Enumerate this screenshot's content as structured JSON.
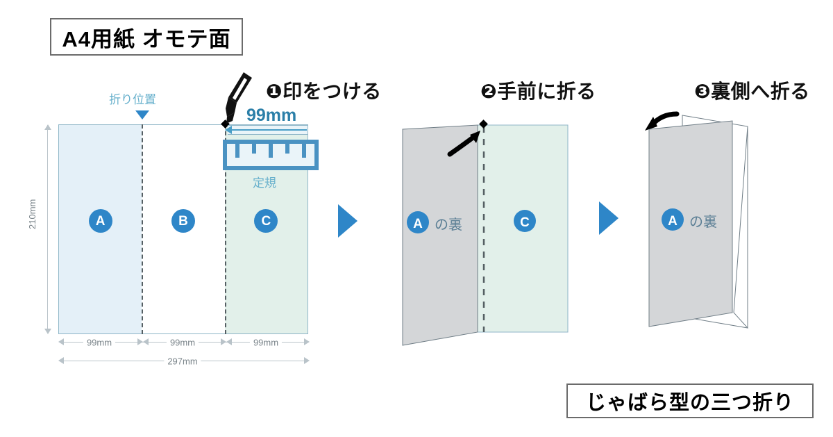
{
  "title": {
    "text": "A4用紙 オモテ面"
  },
  "footer": {
    "text": "じゃばら型の三つ折り"
  },
  "steps": [
    {
      "number": "❶",
      "label": "❶印をつける"
    },
    {
      "number": "❷",
      "label": "❷手前に折る"
    },
    {
      "number": "❸",
      "label": "❸裏側へ折る"
    }
  ],
  "sheet": {
    "fold_position_label": "折り位置",
    "measure_label": "99mm",
    "ruler_caption": "定規",
    "panels": [
      {
        "id": "A",
        "badge": "A",
        "color": "#e4f0f8"
      },
      {
        "id": "B",
        "badge": "B",
        "color": "#ffffff"
      },
      {
        "id": "C",
        "badge": "C",
        "color": "#e2f0ea"
      }
    ],
    "dimensions": {
      "segments": [
        "99mm",
        "99mm",
        "99mm"
      ],
      "total": "297mm",
      "height": "210mm"
    }
  },
  "step2": {
    "back_panel_label": "A",
    "back_panel_suffix": "の裏",
    "front_panel_label": "C"
  },
  "step3": {
    "panel_label": "A",
    "panel_suffix": "の裏"
  },
  "colors": {
    "accent_blue": "#2e86c8",
    "light_blue_panel": "#e4f0f8",
    "green_panel": "#e2f0ea",
    "gray_panel": "#d4d6d8",
    "caption_blue": "#67b0cc",
    "measure_blue": "#2b7fa8",
    "dim_gray": "#7a848a"
  }
}
